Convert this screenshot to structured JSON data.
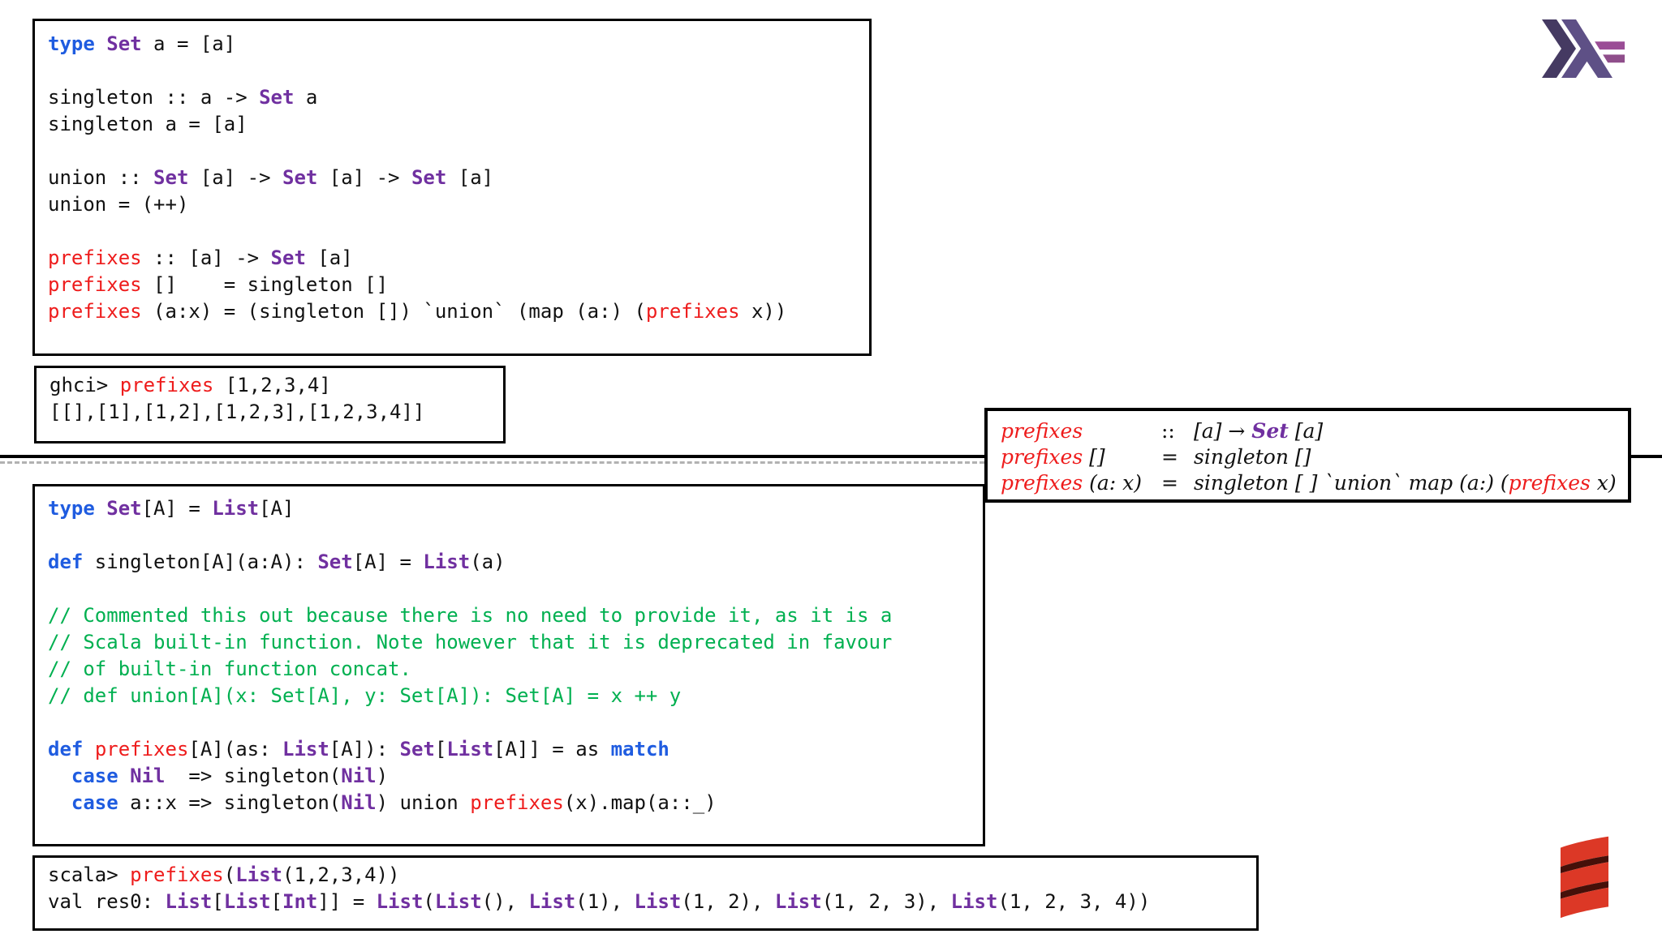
{
  "palette": {
    "kw": "#1f5ce0",
    "ty": "#7030a0",
    "fn": "#ee1c1c",
    "cm": "#00b050",
    "text": "#111111"
  },
  "icons": {
    "top_right": "haskell-lambda-logo",
    "bottom_right": "scala-logo"
  },
  "haskell_box": {
    "lines": [
      [
        {
          "t": "type",
          "c": "kw"
        },
        {
          "t": " "
        },
        {
          "t": "Set",
          "c": "ty"
        },
        {
          "t": " a = [a]"
        }
      ],
      [],
      [
        {
          "t": "singleton :: a -> "
        },
        {
          "t": "Set",
          "c": "ty"
        },
        {
          "t": " a"
        }
      ],
      [
        {
          "t": "singleton a = [a]"
        }
      ],
      [],
      [
        {
          "t": "union :: "
        },
        {
          "t": "Set",
          "c": "ty"
        },
        {
          "t": " [a] -> "
        },
        {
          "t": "Set",
          "c": "ty"
        },
        {
          "t": " [a] -> "
        },
        {
          "t": "Set",
          "c": "ty"
        },
        {
          "t": " [a]"
        }
      ],
      [
        {
          "t": "union = (++)"
        }
      ],
      [],
      [
        {
          "t": "prefixes",
          "c": "fn"
        },
        {
          "t": " :: [a] -> "
        },
        {
          "t": "Set",
          "c": "ty"
        },
        {
          "t": " [a]"
        }
      ],
      [
        {
          "t": "prefixes",
          "c": "fn"
        },
        {
          "t": " []    = singleton []"
        }
      ],
      [
        {
          "t": "prefixes",
          "c": "fn"
        },
        {
          "t": " (a:x) = (singleton []) `union` (map (a:) ("
        },
        {
          "t": "prefixes",
          "c": "fn"
        },
        {
          "t": " x))"
        }
      ]
    ]
  },
  "ghci_box": {
    "lines": [
      [
        {
          "t": "ghci> "
        },
        {
          "t": "prefixes",
          "c": "fn"
        },
        {
          "t": " [1,2,3,4]"
        }
      ],
      [
        {
          "t": "[[],[1],[1,2],[1,2,3],[1,2,3,4]]"
        }
      ]
    ]
  },
  "math_box": {
    "rows": [
      {
        "lhs": [
          {
            "t": "prefixes",
            "c": "fn"
          }
        ],
        "op": "::",
        "rhs": [
          {
            "t": "[a] → "
          },
          {
            "t": "Set",
            "c": "tyb"
          },
          {
            "t": " [a]"
          }
        ]
      },
      {
        "lhs": [
          {
            "t": "prefixes",
            "c": "fn"
          },
          {
            "t": " []"
          }
        ],
        "op": "=",
        "rhs": [
          {
            "t": "singleton []"
          }
        ]
      },
      {
        "lhs": [
          {
            "t": "prefixes",
            "c": "fn"
          },
          {
            "t": " (a: x)"
          }
        ],
        "op": "=",
        "rhs": [
          {
            "t": "singleton [ ] `union` map (a:) ("
          },
          {
            "t": "prefixes",
            "c": "fn"
          },
          {
            "t": " x)"
          }
        ]
      }
    ]
  },
  "scala_box": {
    "lines": [
      [
        {
          "t": "type",
          "c": "kw"
        },
        {
          "t": " "
        },
        {
          "t": "Set",
          "c": "ty"
        },
        {
          "t": "[A] = "
        },
        {
          "t": "List",
          "c": "ty"
        },
        {
          "t": "[A]"
        }
      ],
      [],
      [
        {
          "t": "def",
          "c": "kw"
        },
        {
          "t": " singleton[A](a:A): "
        },
        {
          "t": "Set",
          "c": "ty"
        },
        {
          "t": "[A] = "
        },
        {
          "t": "List",
          "c": "ty"
        },
        {
          "t": "(a)"
        }
      ],
      [],
      [
        {
          "t": "// Commented this out because there is no need to provide it, as it is a",
          "c": "cm"
        }
      ],
      [
        {
          "t": "// Scala built-in function. Note however that it is deprecated in favour",
          "c": "cm"
        }
      ],
      [
        {
          "t": "// of built-in function concat.",
          "c": "cm"
        }
      ],
      [
        {
          "t": "// def union[A](x: Set[A], y: Set[A]): Set[A] = x ++ y",
          "c": "cm"
        }
      ],
      [],
      [
        {
          "t": "def",
          "c": "kw"
        },
        {
          "t": " "
        },
        {
          "t": "prefixes",
          "c": "fn"
        },
        {
          "t": "[A](as: "
        },
        {
          "t": "List",
          "c": "ty"
        },
        {
          "t": "[A]): "
        },
        {
          "t": "Set",
          "c": "ty"
        },
        {
          "t": "["
        },
        {
          "t": "List",
          "c": "ty"
        },
        {
          "t": "[A]] = as "
        },
        {
          "t": "match",
          "c": "kw"
        }
      ],
      [
        {
          "t": "  "
        },
        {
          "t": "case",
          "c": "kw"
        },
        {
          "t": " "
        },
        {
          "t": "Nil",
          "c": "ty"
        },
        {
          "t": "  => singleton("
        },
        {
          "t": "Nil",
          "c": "ty"
        },
        {
          "t": ")"
        }
      ],
      [
        {
          "t": "  "
        },
        {
          "t": "case",
          "c": "kw"
        },
        {
          "t": " a::x => singleton("
        },
        {
          "t": "Nil",
          "c": "ty"
        },
        {
          "t": ") union "
        },
        {
          "t": "prefixes",
          "c": "fn"
        },
        {
          "t": "(x).map(a::_)"
        }
      ]
    ]
  },
  "scala_repl_box": {
    "lines": [
      [
        {
          "t": "scala> "
        },
        {
          "t": "prefixes",
          "c": "fn"
        },
        {
          "t": "("
        },
        {
          "t": "List",
          "c": "ty"
        },
        {
          "t": "(1,2,3,4))"
        }
      ],
      [
        {
          "t": "val res0: "
        },
        {
          "t": "List",
          "c": "ty"
        },
        {
          "t": "["
        },
        {
          "t": "List",
          "c": "ty"
        },
        {
          "t": "["
        },
        {
          "t": "Int",
          "c": "ty"
        },
        {
          "t": "]] = "
        },
        {
          "t": "List",
          "c": "ty"
        },
        {
          "t": "("
        },
        {
          "t": "List",
          "c": "ty"
        },
        {
          "t": "(), "
        },
        {
          "t": "List",
          "c": "ty"
        },
        {
          "t": "(1), "
        },
        {
          "t": "List",
          "c": "ty"
        },
        {
          "t": "(1, 2), "
        },
        {
          "t": "List",
          "c": "ty"
        },
        {
          "t": "(1, 2, 3), "
        },
        {
          "t": "List",
          "c": "ty"
        },
        {
          "t": "(1, 2, 3, 4))"
        }
      ]
    ]
  },
  "logo_colors": {
    "haskell_chevron": "#453a62",
    "haskell_lambda": "#5e5086",
    "haskell_bar_top": "#9a4d96",
    "haskell_bar_bottom": "#8f4e8b",
    "scala_red": "#dc3826",
    "scala_dark": "#451009"
  }
}
